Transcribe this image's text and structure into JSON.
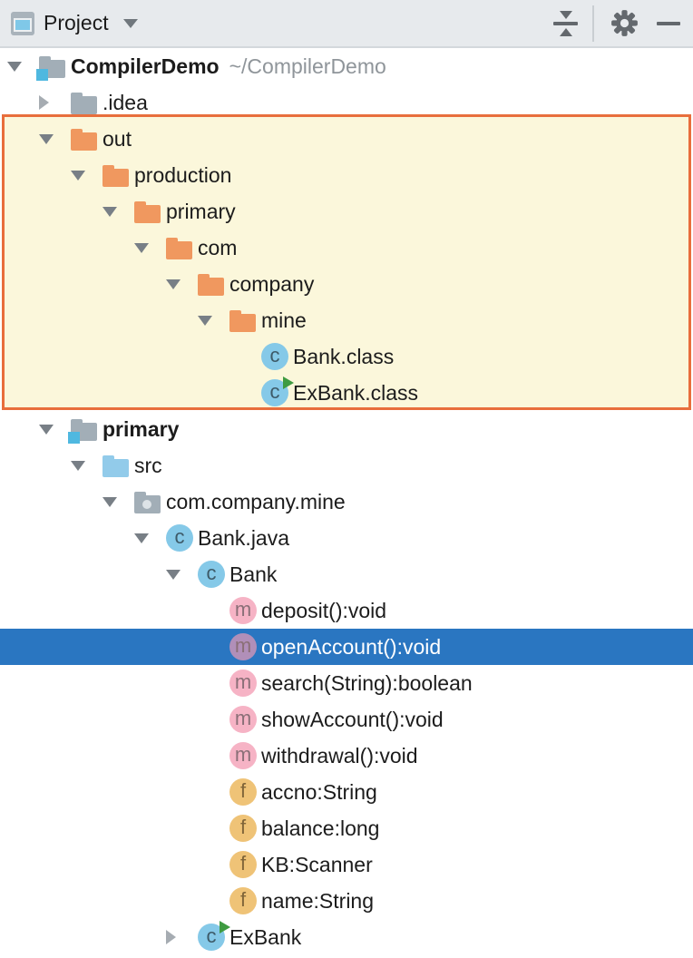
{
  "header": {
    "title": "Project",
    "window_icon": "project-tool-window-icon",
    "dropdown_icon": "chevron-down-icon",
    "toolbar_icons": [
      "collapse-all-icon",
      "settings-gear-icon",
      "hide-icon"
    ]
  },
  "colors": {
    "header_bg": "#E7EAED",
    "selection_bg": "#2A76C1",
    "highlight_bg": "#FBF7DB",
    "highlight_border": "#E86E3C",
    "folder_orange": "#F0985F",
    "folder_blue": "#92CBEA",
    "folder_gray": "#A2AEB7",
    "module_square": "#4FB8E0",
    "package_dot": "#DDE3E7",
    "class_bg": "#85C9E8",
    "method_bg": "#F6B3C5",
    "method_selected_bg": "#B18FB9",
    "field_bg": "#EFC377",
    "letter_class": "#3D5A68",
    "letter_method": "#8A6F77",
    "letter_field": "#806539",
    "run_arrow": "#3E9B41",
    "tree_text": "#1C1C1C",
    "path_text": "#8F959A"
  },
  "tree": {
    "highlight_box": {
      "first_row": 2,
      "last_row": 9
    },
    "selected_label": "openAccount():void",
    "rows": [
      {
        "label": "CompilerDemo",
        "suffix": "~/CompilerDemo",
        "level": 0,
        "toggle": "expanded",
        "icon": "module",
        "bold": true
      },
      {
        "label": ".idea",
        "level": 1,
        "toggle": "collapsed",
        "icon": "folder-gray"
      },
      {
        "label": "out",
        "level": 1,
        "toggle": "expanded",
        "icon": "folder-orange"
      },
      {
        "label": "production",
        "level": 2,
        "toggle": "expanded",
        "icon": "folder-orange"
      },
      {
        "label": "primary",
        "level": 3,
        "toggle": "expanded",
        "icon": "folder-orange"
      },
      {
        "label": "com",
        "level": 4,
        "toggle": "expanded",
        "icon": "folder-orange"
      },
      {
        "label": "company",
        "level": 5,
        "toggle": "expanded",
        "icon": "folder-orange"
      },
      {
        "label": "mine",
        "level": 6,
        "toggle": "expanded",
        "icon": "folder-orange"
      },
      {
        "label": "Bank.class",
        "level": 7,
        "toggle": "none",
        "icon": "class"
      },
      {
        "label": "ExBank.class",
        "level": 7,
        "toggle": "none",
        "icon": "class-run"
      },
      {
        "label": "primary",
        "level": 1,
        "toggle": "expanded",
        "icon": "module",
        "bold": true
      },
      {
        "label": "src",
        "level": 2,
        "toggle": "expanded",
        "icon": "folder-blue"
      },
      {
        "label": "com.company.mine",
        "level": 3,
        "toggle": "expanded",
        "icon": "package"
      },
      {
        "label": "Bank.java",
        "level": 4,
        "toggle": "expanded",
        "icon": "class"
      },
      {
        "label": "Bank",
        "level": 5,
        "toggle": "expanded",
        "icon": "class"
      },
      {
        "label": "deposit():void",
        "level": 6,
        "toggle": "none",
        "icon": "method"
      },
      {
        "label": "openAccount():void",
        "level": 6,
        "toggle": "none",
        "icon": "method",
        "selected": true
      },
      {
        "label": "search(String):boolean",
        "level": 6,
        "toggle": "none",
        "icon": "method"
      },
      {
        "label": "showAccount():void",
        "level": 6,
        "toggle": "none",
        "icon": "method"
      },
      {
        "label": "withdrawal():void",
        "level": 6,
        "toggle": "none",
        "icon": "method"
      },
      {
        "label": "accno:String",
        "level": 6,
        "toggle": "none",
        "icon": "field"
      },
      {
        "label": "balance:long",
        "level": 6,
        "toggle": "none",
        "icon": "field"
      },
      {
        "label": "KB:Scanner",
        "level": 6,
        "toggle": "none",
        "icon": "field"
      },
      {
        "label": "name:String",
        "level": 6,
        "toggle": "none",
        "icon": "field"
      },
      {
        "label": "ExBank",
        "level": 5,
        "toggle": "collapsed",
        "icon": "class-run"
      }
    ]
  }
}
